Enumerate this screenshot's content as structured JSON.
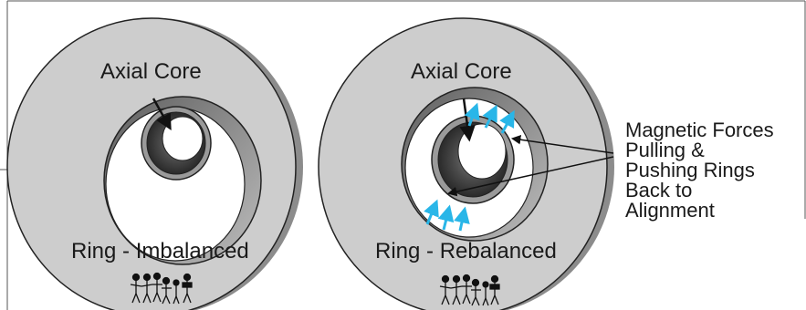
{
  "left_panel": {
    "core_label": "Axial Core",
    "ring_label": "Ring - Imbalanced"
  },
  "right_panel": {
    "core_label": "Axial Core",
    "ring_label": "Ring - Rebalanced"
  },
  "callout": {
    "lines": [
      "Magnetic Forces",
      "Pulling &",
      "Pushing Rings",
      "Back to",
      "Alignment"
    ]
  },
  "colors": {
    "disc_fill": "#cdcdcd",
    "disc_shadow": "#8c8c8c",
    "arrow_blue": "#29b6e8",
    "core_dark": "#3a3a3a",
    "core_ring": "#9a9a9a",
    "frame_line": "#555555"
  },
  "icons": [
    "people-group-icon",
    "magnetic-force-arrow-icon",
    "pointer-arrow-icon"
  ]
}
